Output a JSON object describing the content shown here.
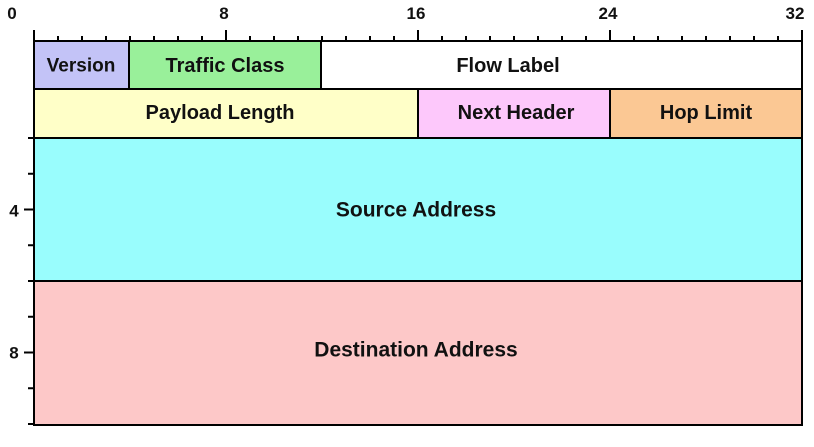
{
  "bit_scale": {
    "labels": [
      "0",
      "8",
      "16",
      "24",
      "32"
    ]
  },
  "row_scale": {
    "labels": [
      "4",
      "8"
    ]
  },
  "fields": [
    {
      "key": "version",
      "label": "Version",
      "color": "#c3c3f7"
    },
    {
      "key": "traffic_class",
      "label": "Traffic Class",
      "color": "#99f09a"
    },
    {
      "key": "flow_label",
      "label": "Flow Label",
      "color": "#ffffff"
    },
    {
      "key": "payload_length",
      "label": "Payload Length",
      "color": "#ffffc8"
    },
    {
      "key": "next_header",
      "label": "Next Header",
      "color": "#fdc8fb"
    },
    {
      "key": "hop_limit",
      "label": "Hop Limit",
      "color": "#fbc894"
    },
    {
      "key": "source_address",
      "label": "Source Address",
      "color": "#99fdfd"
    },
    {
      "key": "destination_address",
      "label": "Destination Address",
      "color": "#fdc8c8"
    }
  ]
}
